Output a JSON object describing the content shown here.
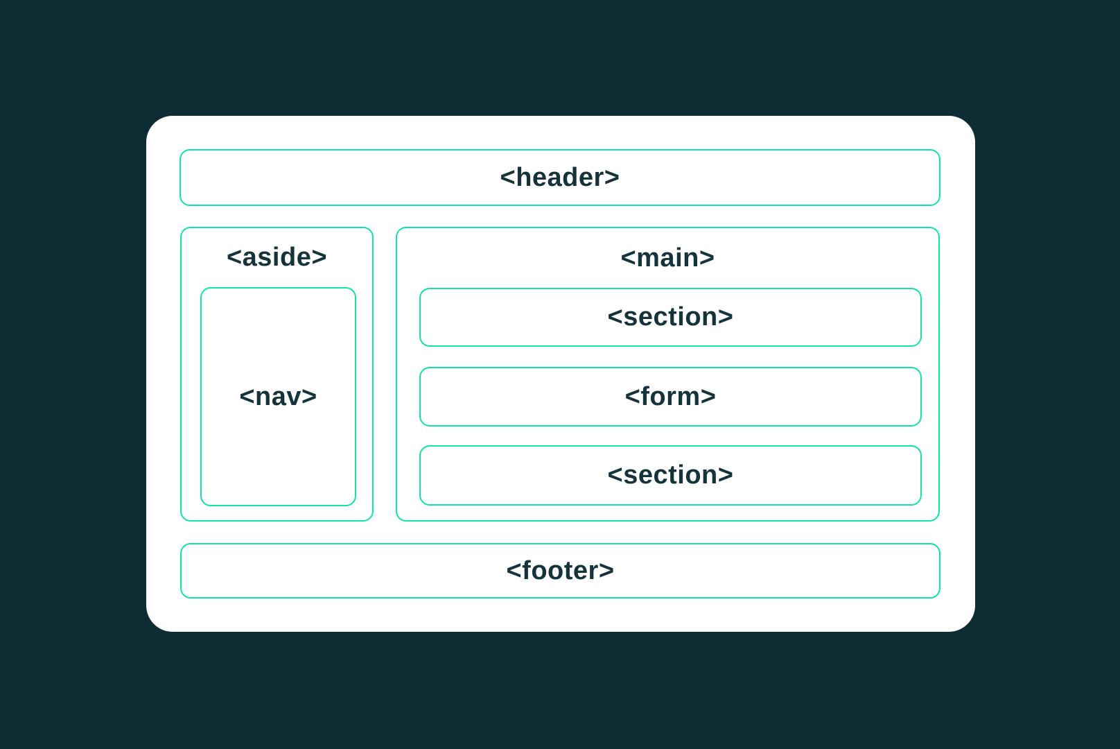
{
  "colors": {
    "background": "#0E2C33",
    "card": "#FFFFFF",
    "box_border": "#10E3A5",
    "label_text": "#14333A"
  },
  "diagram": {
    "header": {
      "label": "<header>"
    },
    "aside": {
      "label": "<aside>"
    },
    "nav": {
      "label": "<nav>"
    },
    "main": {
      "label": "<main>"
    },
    "section_top": {
      "label": "<section>"
    },
    "form": {
      "label": "<form>"
    },
    "section_bottom": {
      "label": "<section>"
    },
    "footer": {
      "label": "<footer>"
    }
  }
}
